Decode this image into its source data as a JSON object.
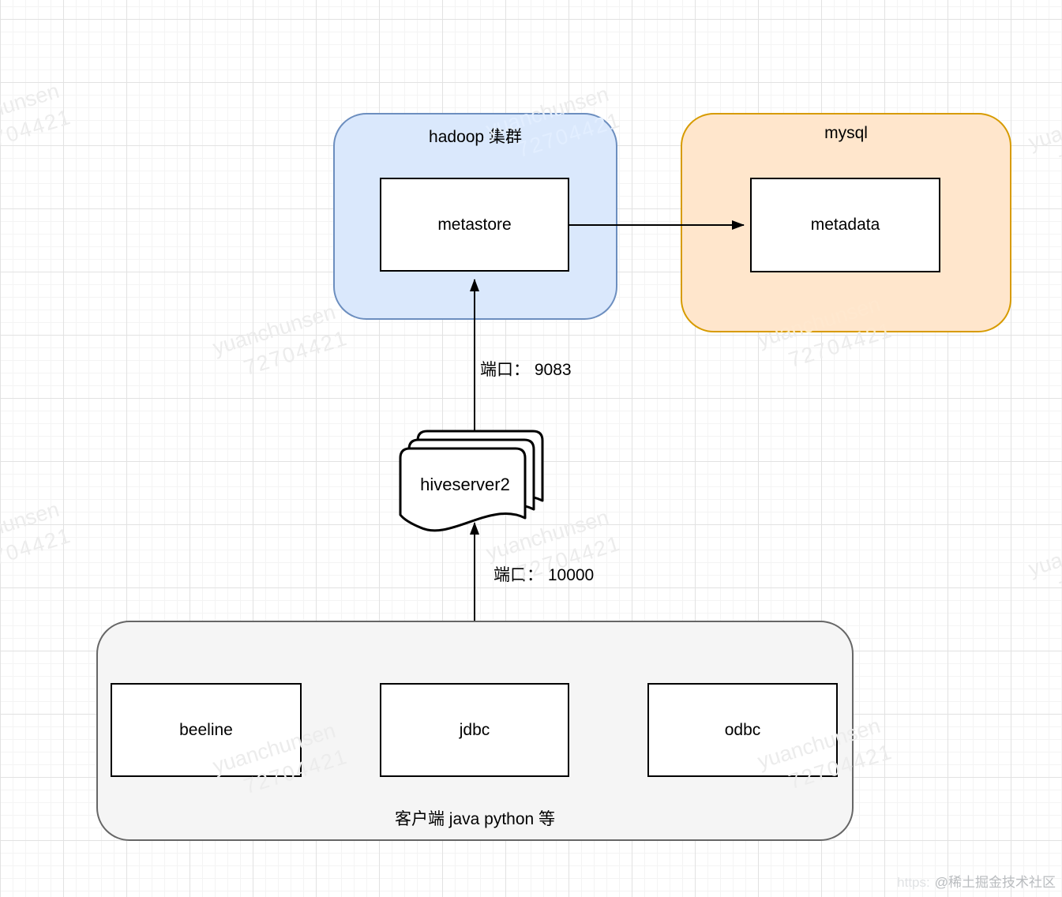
{
  "diagram": {
    "groups": {
      "hadoop": {
        "title": "hadoop 集群",
        "fill": "#dae8fc",
        "stroke": "#6c8ebf"
      },
      "mysql": {
        "title": "mysql",
        "fill": "#ffe6cc",
        "stroke": "#d79b00"
      },
      "client": {
        "title": "客户端 java python 等",
        "fill": "#f5f5f5",
        "stroke": "#666666"
      }
    },
    "nodes": {
      "metastore": "metastore",
      "metadata": "metadata",
      "hiveserver2": "hiveserver2",
      "beeline": "beeline",
      "jdbc": "jdbc",
      "odbc": "odbc"
    },
    "edge_labels": {
      "port_9083": "端口： 9083",
      "port_10000": "端口： 10000"
    },
    "edges": [
      {
        "from": "metastore",
        "to": "metadata",
        "label": ""
      },
      {
        "from": "hiveserver2",
        "to": "metastore",
        "label": "端口： 9083"
      },
      {
        "from": "client",
        "to": "hiveserver2",
        "label": "端口： 10000"
      }
    ]
  },
  "watermark": {
    "name": "yuanchunsen",
    "id": "72704421"
  },
  "footer": {
    "protocol": "https:",
    "credit": "@稀土掘金技术社区"
  }
}
